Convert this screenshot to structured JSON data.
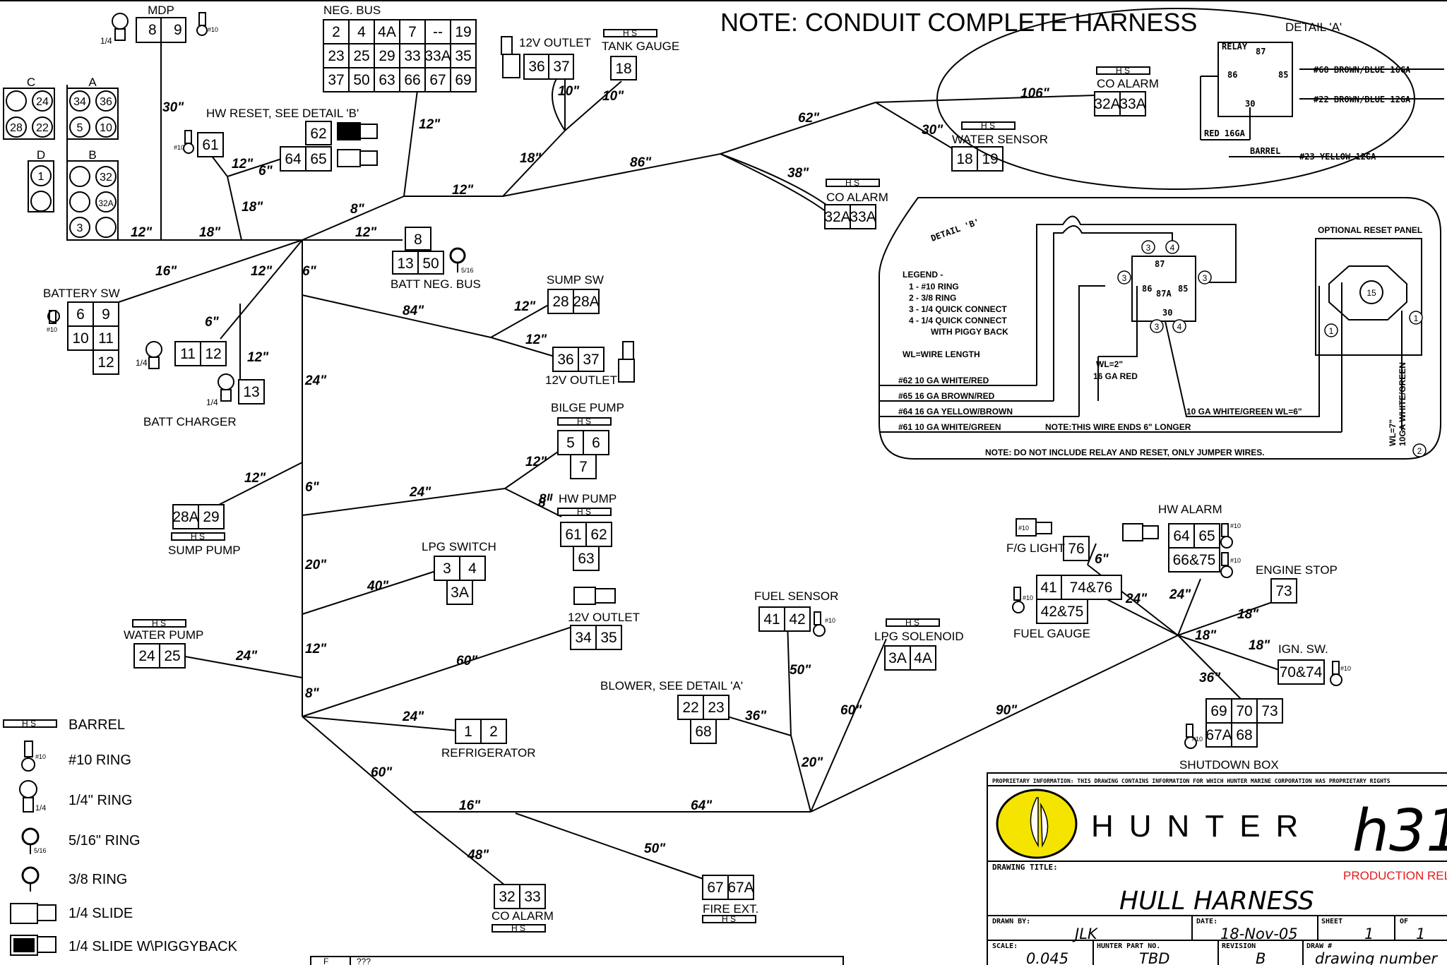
{
  "note": "NOTE: CONDUIT COMPLETE HARNESS",
  "components": [
    {
      "id": "mdp",
      "label": "MDP",
      "pins": [
        "8",
        "9"
      ],
      "ring": "1/4",
      "ring2": "#10"
    },
    {
      "id": "neg_bus",
      "label": "NEG. BUS",
      "pins": [
        "2",
        "4",
        "4A",
        "7",
        "--",
        "19",
        "23",
        "25",
        "29",
        "33",
        "33A",
        "35",
        "37",
        "50",
        "63",
        "66",
        "67",
        "69"
      ]
    },
    {
      "id": "outlet_top",
      "label": "12V OUTLET",
      "pins": [
        "36",
        "37"
      ]
    },
    {
      "id": "tank_gauge",
      "label": "TANK GAUGE",
      "pins": [
        "18"
      ]
    },
    {
      "id": "co_alarm_top",
      "label": "CO ALARM",
      "pins": [
        "32A",
        "33A"
      ]
    },
    {
      "id": "water_sensor",
      "label": "WATER SENSOR",
      "pins": [
        "18",
        "19"
      ]
    },
    {
      "id": "co_alarm_mid",
      "label": "CO ALARM",
      "pins": [
        "32A",
        "33A"
      ]
    },
    {
      "id": "hw_reset",
      "label": "HW RESET, SEE DETAIL 'B'",
      "pins": [
        "62",
        "64",
        "65"
      ]
    },
    {
      "id": "ring61",
      "label": "",
      "pins": [
        "61"
      ]
    },
    {
      "id": "c",
      "label": "C",
      "pins": [
        "24",
        "28",
        "22"
      ]
    },
    {
      "id": "a",
      "label": "A",
      "pins": [
        "34",
        "36",
        "5",
        "10"
      ]
    },
    {
      "id": "d",
      "label": "D",
      "pins": [
        "1"
      ]
    },
    {
      "id": "b",
      "label": "B",
      "pins": [
        "32",
        "32A",
        "3"
      ]
    },
    {
      "id": "batt_neg",
      "label": "BATT NEG. BUS",
      "pins": [
        "8",
        "13",
        "50"
      ],
      "ring": "5/16"
    },
    {
      "id": "battery_sw",
      "label": "BATTERY SW",
      "pins": [
        "6",
        "9",
        "10",
        "11",
        "12"
      ]
    },
    {
      "id": "batt_charger",
      "label": "BATT CHARGER",
      "pins": [
        "11",
        "12",
        "13"
      ]
    },
    {
      "id": "sump_sw",
      "label": "SUMP SW",
      "pins": [
        "28",
        "28A"
      ]
    },
    {
      "id": "outlet_mid",
      "label": "12V OUTLET",
      "pins": [
        "36",
        "37"
      ]
    },
    {
      "id": "bilge_pump",
      "label": "BILGE PUMP",
      "pins": [
        "5",
        "6",
        "7"
      ]
    },
    {
      "id": "hw_pump",
      "label": "HW PUMP",
      "pins": [
        "61",
        "62",
        "63"
      ]
    },
    {
      "id": "sump_pump",
      "label": "SUMP PUMP",
      "pins": [
        "28A",
        "29"
      ]
    },
    {
      "id": "lpg_switch",
      "label": "LPG SWITCH",
      "pins": [
        "3",
        "4",
        "3A"
      ]
    },
    {
      "id": "outlet_low",
      "label": "12V OUTLET",
      "pins": [
        "34",
        "35"
      ]
    },
    {
      "id": "water_pump",
      "label": "WATER PUMP",
      "pins": [
        "24",
        "25"
      ]
    },
    {
      "id": "refrigerator",
      "label": "REFRIGERATOR",
      "pins": [
        "1",
        "2"
      ]
    },
    {
      "id": "blower",
      "label": "BLOWER, SEE DETAIL 'A'",
      "pins": [
        "22",
        "23",
        "68"
      ]
    },
    {
      "id": "fuel_sensor",
      "label": "FUEL SENSOR",
      "pins": [
        "41",
        "42"
      ]
    },
    {
      "id": "lpg_solenoid",
      "label": "LPG SOLENOID",
      "pins": [
        "3A",
        "4A"
      ]
    },
    {
      "id": "co_alarm_low",
      "label": "CO ALARM",
      "pins": [
        "32",
        "33"
      ]
    },
    {
      "id": "fire_ext",
      "label": "FIRE EXT.",
      "pins": [
        "67",
        "67A"
      ]
    },
    {
      "id": "fg_light",
      "label": "F/G LIGHT",
      "pins": [
        "76"
      ]
    },
    {
      "id": "fuel_gauge",
      "label": "FUEL GAUGE",
      "pins": [
        "41",
        "74&76",
        "42&75"
      ]
    },
    {
      "id": "hw_alarm",
      "label": "HW ALARM",
      "pins": [
        "64",
        "65",
        "66&75"
      ]
    },
    {
      "id": "engine_stop",
      "label": "ENGINE STOP",
      "pins": [
        "73"
      ]
    },
    {
      "id": "ign_sw",
      "label": "IGN. SW.",
      "pins": [
        "70&74"
      ]
    },
    {
      "id": "shutdown_box",
      "label": "SHUTDOWN BOX",
      "pins": [
        "69",
        "70",
        "73",
        "67A",
        "68"
      ]
    }
  ],
  "lengths": [
    "30\"",
    "12\"",
    "18\"",
    "8\"",
    "12\"",
    "6\"",
    "18\"",
    "12\"",
    "12\"",
    "12\"",
    "18\"",
    "10\"",
    "10\"",
    "86\"",
    "62\"",
    "106\"",
    "30\"",
    "38\"",
    "16\"",
    "12\"",
    "6\"",
    "12\"",
    "6\"",
    "84\"",
    "12\"",
    "12\"",
    "24\"",
    "12\"",
    "6\"",
    "24\"",
    "12\"",
    "8\"",
    "20\"",
    "40\"",
    "12\"",
    "8\"",
    "60\"",
    "24\"",
    "24\"",
    "60\"",
    "16\"",
    "64\"",
    "48\"",
    "50\"",
    "36\"",
    "50\"",
    "20\"",
    "60\"",
    "90\"",
    "6\"",
    "24\"",
    "24\"",
    "18\"",
    "18\"",
    "18\"",
    "36\"",
    "8\""
  ],
  "ring_sizes": {
    "r10": "#10",
    "r14": "1/4",
    "r516": "5/16"
  },
  "legend": [
    {
      "symbol": "barrel",
      "label": "BARREL"
    },
    {
      "symbol": "ring10",
      "label": "#10 RING"
    },
    {
      "symbol": "ring14",
      "label": "1/4\" RING"
    },
    {
      "symbol": "ring516",
      "label": "5/16\" RING"
    },
    {
      "symbol": "ring38",
      "label": "3/8 RING"
    },
    {
      "symbol": "slide",
      "label": "1/4 SLIDE"
    },
    {
      "symbol": "slide_pb",
      "label": "1/4 SLIDE W\\PIGGYBACK"
    }
  ],
  "hs": "H S",
  "detail_a": {
    "title": "DETAIL 'A'",
    "relay": "RELAY",
    "pins": [
      "87",
      "86",
      "85",
      "30"
    ],
    "wires": [
      "#68 BROWN/BLUE 16GA",
      "#22 BROWN/BLUE 12GA",
      "RED 16GA",
      "#23 YELLOW 12GA"
    ],
    "barrel": "BARREL"
  },
  "detail_b": {
    "title": "DETAIL 'B'",
    "legend": [
      "LEGEND -",
      "1 - #10 RING",
      "2 - 3/8 RING",
      "3 - 1/4 QUICK CONNECT",
      "4 - 1/4 QUICK CONNECT",
      "WITH PIGGY BACK",
      "WL=WIRE LENGTH"
    ],
    "wires": [
      "#62 10 GA WHITE/RED",
      "#65 16 GA BROWN/RED",
      "#64 16 GA YELLOW/BROWN",
      "#61 10 GA WHITE/GREEN"
    ],
    "wl2": "WL=2\"",
    "ga16": "16 GA RED",
    "wl6": "10 GA WHITE/GREEN  WL=6\"",
    "note_longer": "NOTE:THIS WIRE ENDS 6\" LONGER",
    "optional": "OPTIONAL RESET PANEL",
    "vert": "WL=7\"",
    "vert2": "10GA WHITE/GREEN",
    "note": "NOTE: DO NOT INCLUDE RELAY AND RESET, ONLY JUMPER WIRES.",
    "relay_pins": [
      "87",
      "86",
      "85",
      "87A",
      "30"
    ],
    "markers": [
      "3",
      "4",
      "3",
      "3",
      "3",
      "4",
      "1",
      "1",
      "2",
      "15"
    ]
  },
  "title_block": {
    "proprietary": "PROPRIETARY INFORMATION: THIS DRAWING CONTAINS INFORMATION FOR WHICH HUNTER MARINE CORPORATION HAS PROPRIETARY RIGHTS",
    "company": "HUNTER",
    "model": "h31",
    "drawing_title_label": "DRAWING TITLE:",
    "status": "PRODUCTION REL.",
    "drawing_title": "HULL HARNESS",
    "drawn_by_label": "DRAWN BY:",
    "drawn_by": "JLK",
    "date_label": "DATE:",
    "date": "18-Nov-05",
    "sheet_label": "SHEET",
    "sheet": "1",
    "of_label": "OF",
    "of": "1",
    "scale_label": "SCALE:",
    "scale": "0.045",
    "part_label": "HUNTER PART NO.",
    "part": "TBD",
    "revision_label": "REVISION",
    "revision": "B",
    "draw_label": "DRAW #",
    "draw": "drawing number"
  },
  "bottom_box": {
    "c1": "F",
    "c2": "???"
  },
  "colors": {
    "logo_fill": "#f5e400",
    "status": "#e31b1b",
    "ink": "#000000"
  }
}
